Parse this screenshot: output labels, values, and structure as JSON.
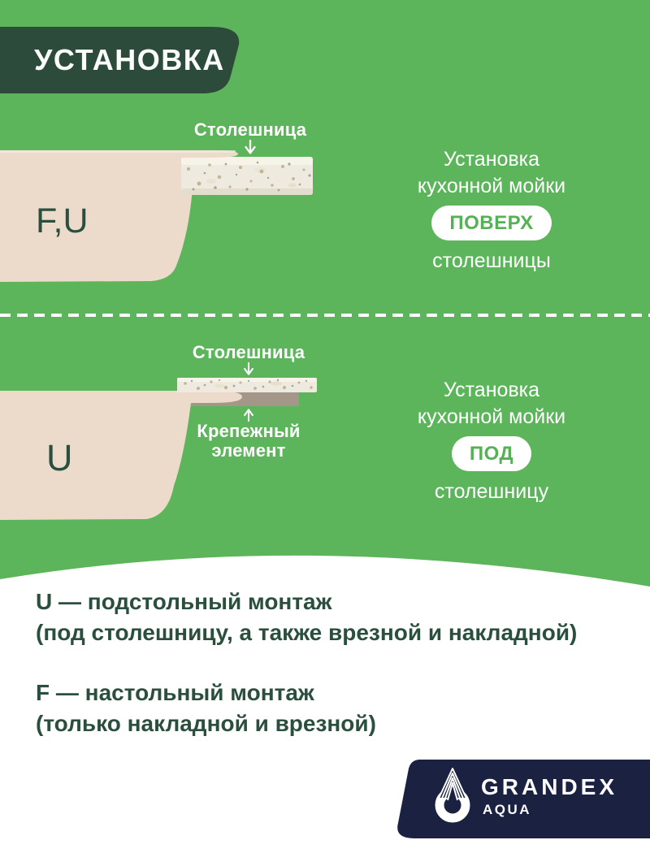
{
  "colors": {
    "background_green": "#5cb45b",
    "badge_dark_green": "#2c4b3b",
    "text_dark_green": "#2b4f3e",
    "sink_beige": "#ecdbca",
    "countertop_speckled": "#eeeadf",
    "fastener_taupe": "#a4978a",
    "brand_navy": "#1b2140",
    "pill_text_green": "#55b153"
  },
  "header": {
    "title": "УСТАНОВКА"
  },
  "sections": [
    {
      "sink_label": "F,U",
      "countertop_label": "Столешница",
      "line1": "Установка",
      "line2": "кухонной мойки",
      "highlight": "ПОВЕРХ",
      "line3": "столешницы"
    },
    {
      "sink_label": "U",
      "countertop_label": "Столешница",
      "fastener_line1": "Крепежный",
      "fastener_line2": "элемент",
      "line1": "Установка",
      "line2": "кухонной мойки",
      "highlight": "ПОД",
      "line3": "столешницу"
    }
  ],
  "legend": {
    "u_title": "U — подстольный монтаж",
    "u_note": "(под столешницу, а также врезной и накладной)",
    "f_title": "F — настольный монтаж",
    "f_note": "(только накладной и врезной)"
  },
  "brand": {
    "name": "GRANDEX",
    "subname": "AQUA"
  }
}
